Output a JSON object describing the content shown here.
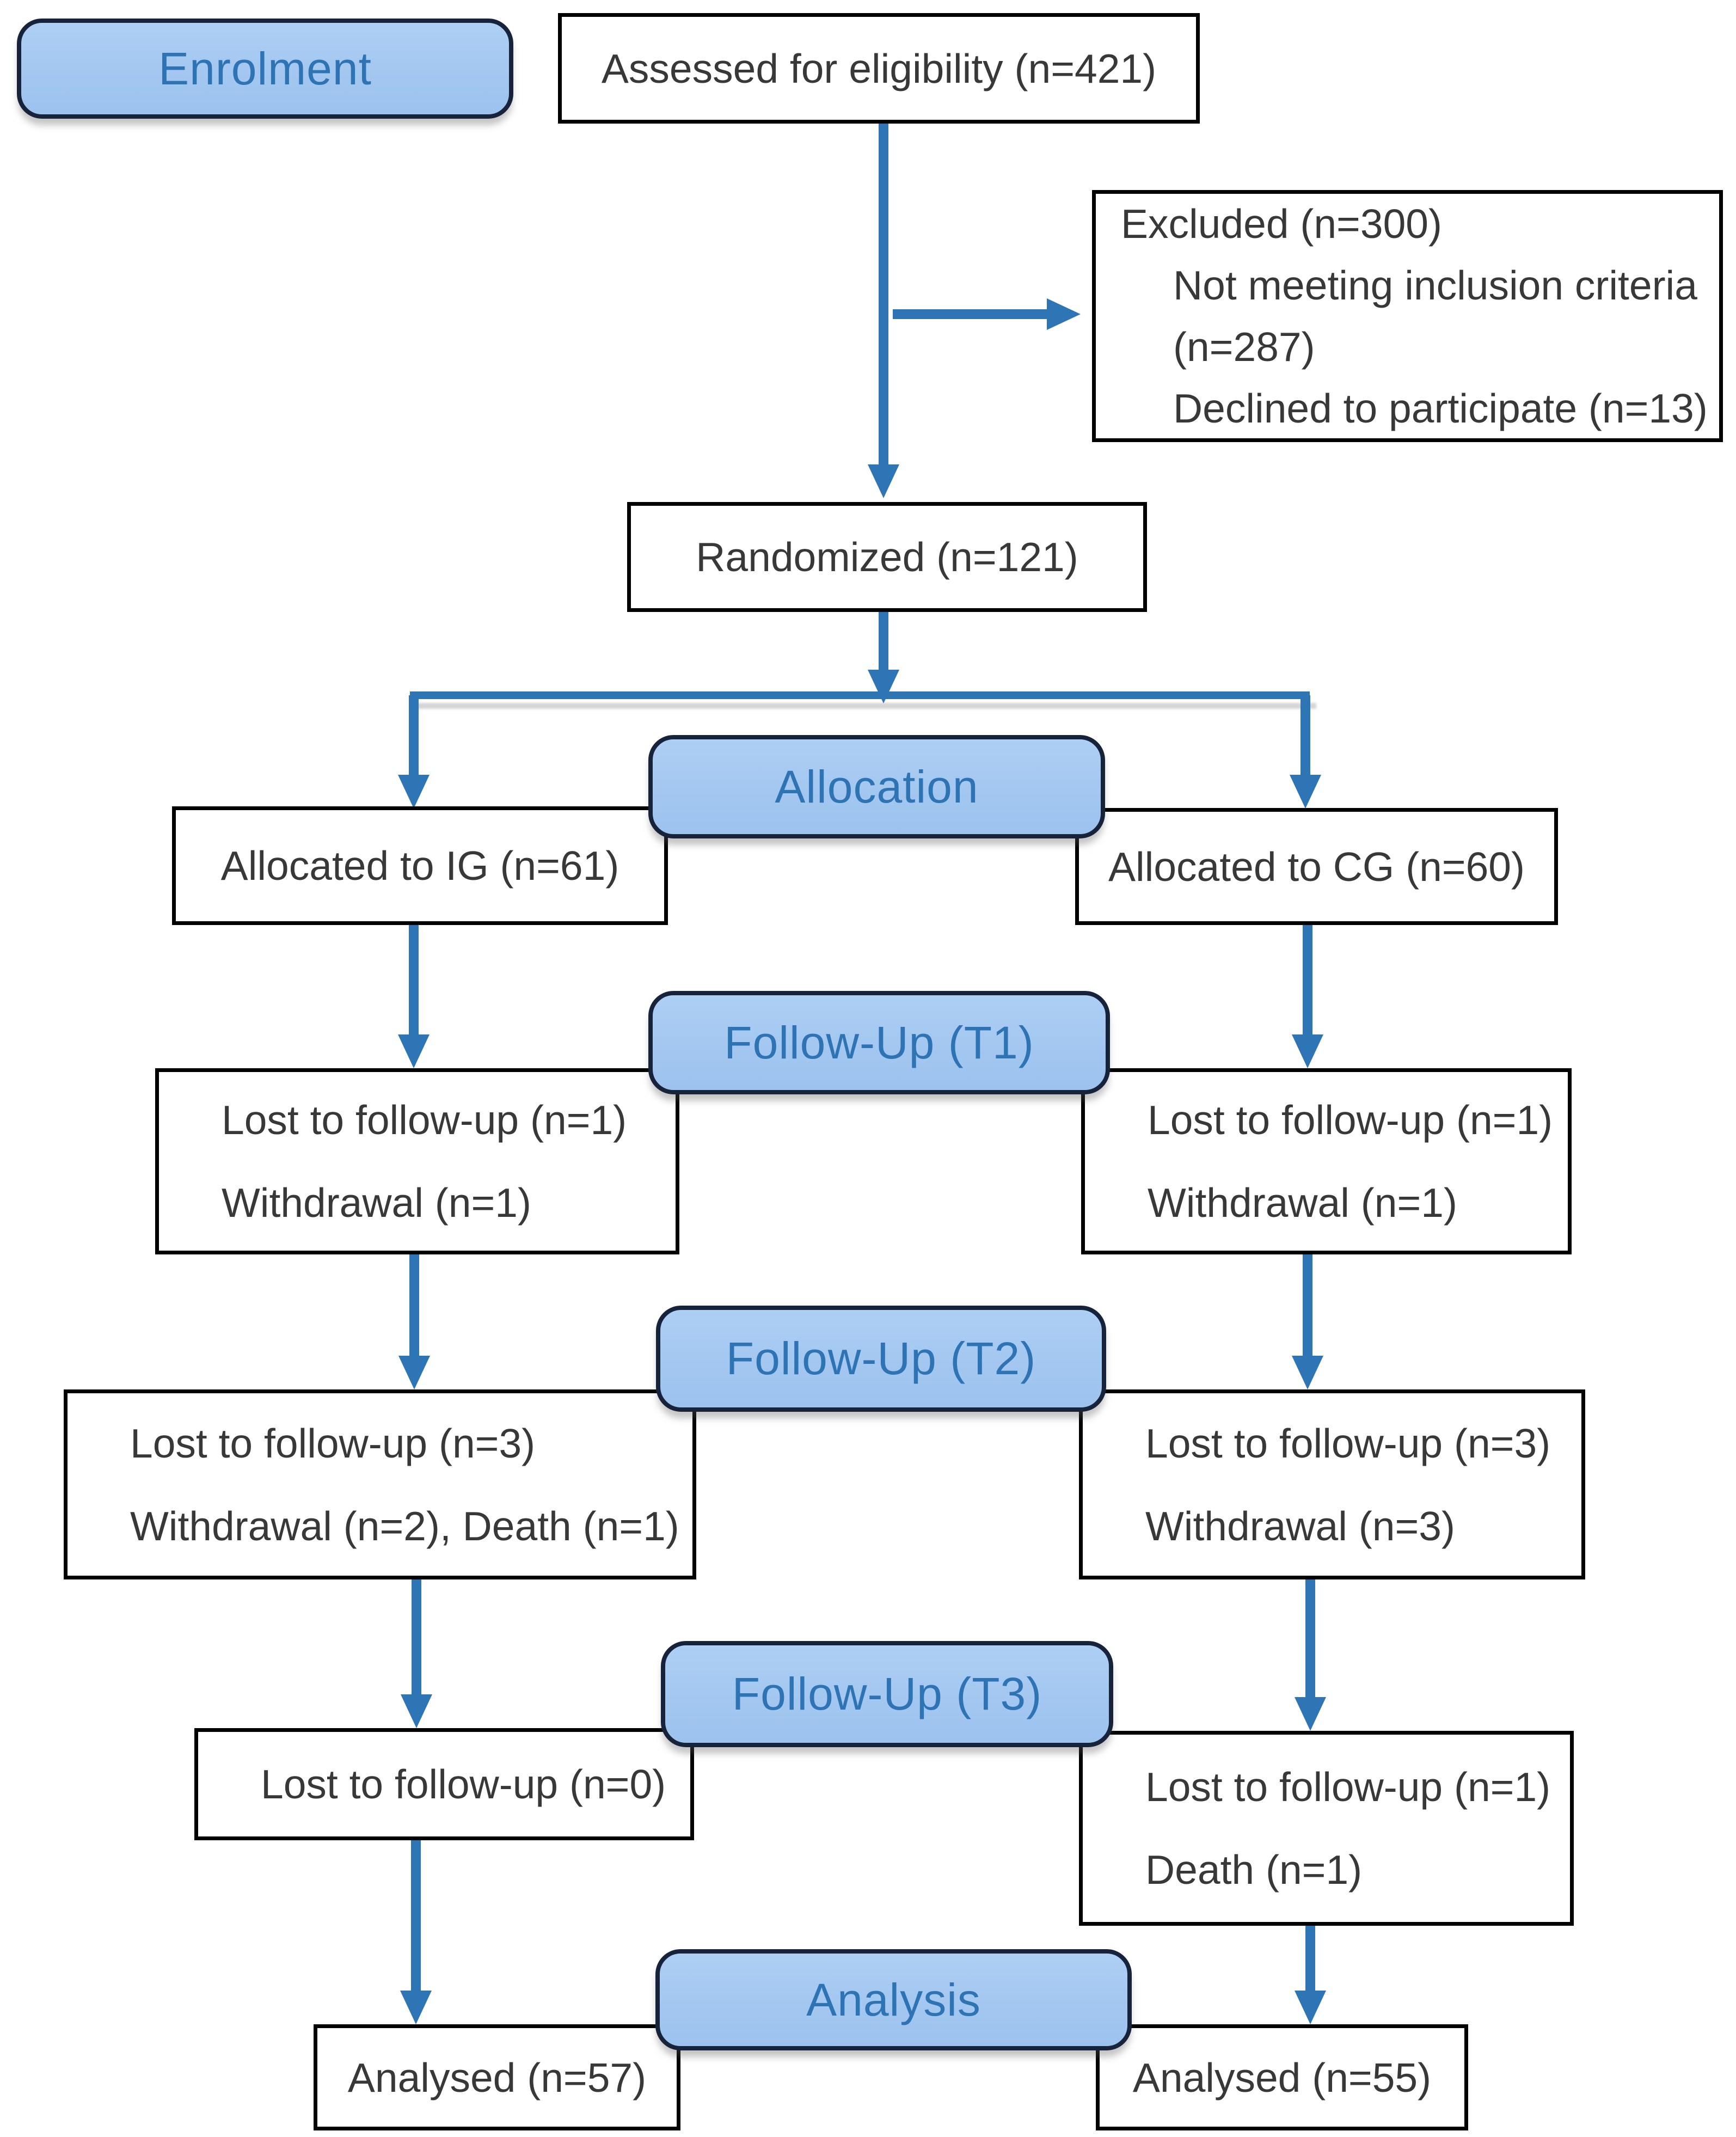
{
  "colors": {
    "pill_fill": "#a3c7f0",
    "pill_border": "#17233b",
    "pill_text": "#2e74b5",
    "arrow": "#2e75b6",
    "box_border": "#000000",
    "box_text": "#383838",
    "background": "#ffffff"
  },
  "stages": [
    {
      "label": "Enrolment"
    },
    {
      "label": "Allocation"
    },
    {
      "label": "Follow-Up (T1)"
    },
    {
      "label": "Follow-Up (T2)"
    },
    {
      "label": "Follow-Up (T3)"
    },
    {
      "label": "Analysis"
    }
  ],
  "boxes": {
    "assessed": {
      "lines": [
        "Assessed for eligibility (n=421)"
      ]
    },
    "excluded": {
      "lines": [
        "Excluded (n=300)",
        "Not meeting inclusion criteria",
        "(n=287)",
        "Declined to participate (n=13)"
      ]
    },
    "randomized": {
      "lines": [
        "Randomized (n=121)"
      ]
    },
    "allocated_ig": {
      "lines": [
        "Allocated to IG (n=61)"
      ]
    },
    "allocated_cg": {
      "lines": [
        "Allocated to CG (n=60)"
      ]
    },
    "t1_left": {
      "lines": [
        "Lost to follow-up (n=1)",
        "Withdrawal (n=1)"
      ]
    },
    "t1_right": {
      "lines": [
        "Lost to follow-up (n=1)",
        "Withdrawal (n=1)"
      ]
    },
    "t2_left": {
      "lines": [
        "Lost to follow-up (n=3)",
        "Withdrawal (n=2), Death (n=1)"
      ]
    },
    "t2_right": {
      "lines": [
        "Lost to follow-up (n=3)",
        "Withdrawal (n=3)"
      ]
    },
    "t3_left": {
      "lines": [
        "Lost to follow-up (n=0)"
      ]
    },
    "t3_right": {
      "lines": [
        "Lost to follow-up (n=1)",
        "Death (n=1)"
      ]
    },
    "analysed_left": {
      "lines": [
        "Analysed (n=57)"
      ]
    },
    "analysed_right": {
      "lines": [
        "Analysed (n=55)"
      ]
    }
  }
}
